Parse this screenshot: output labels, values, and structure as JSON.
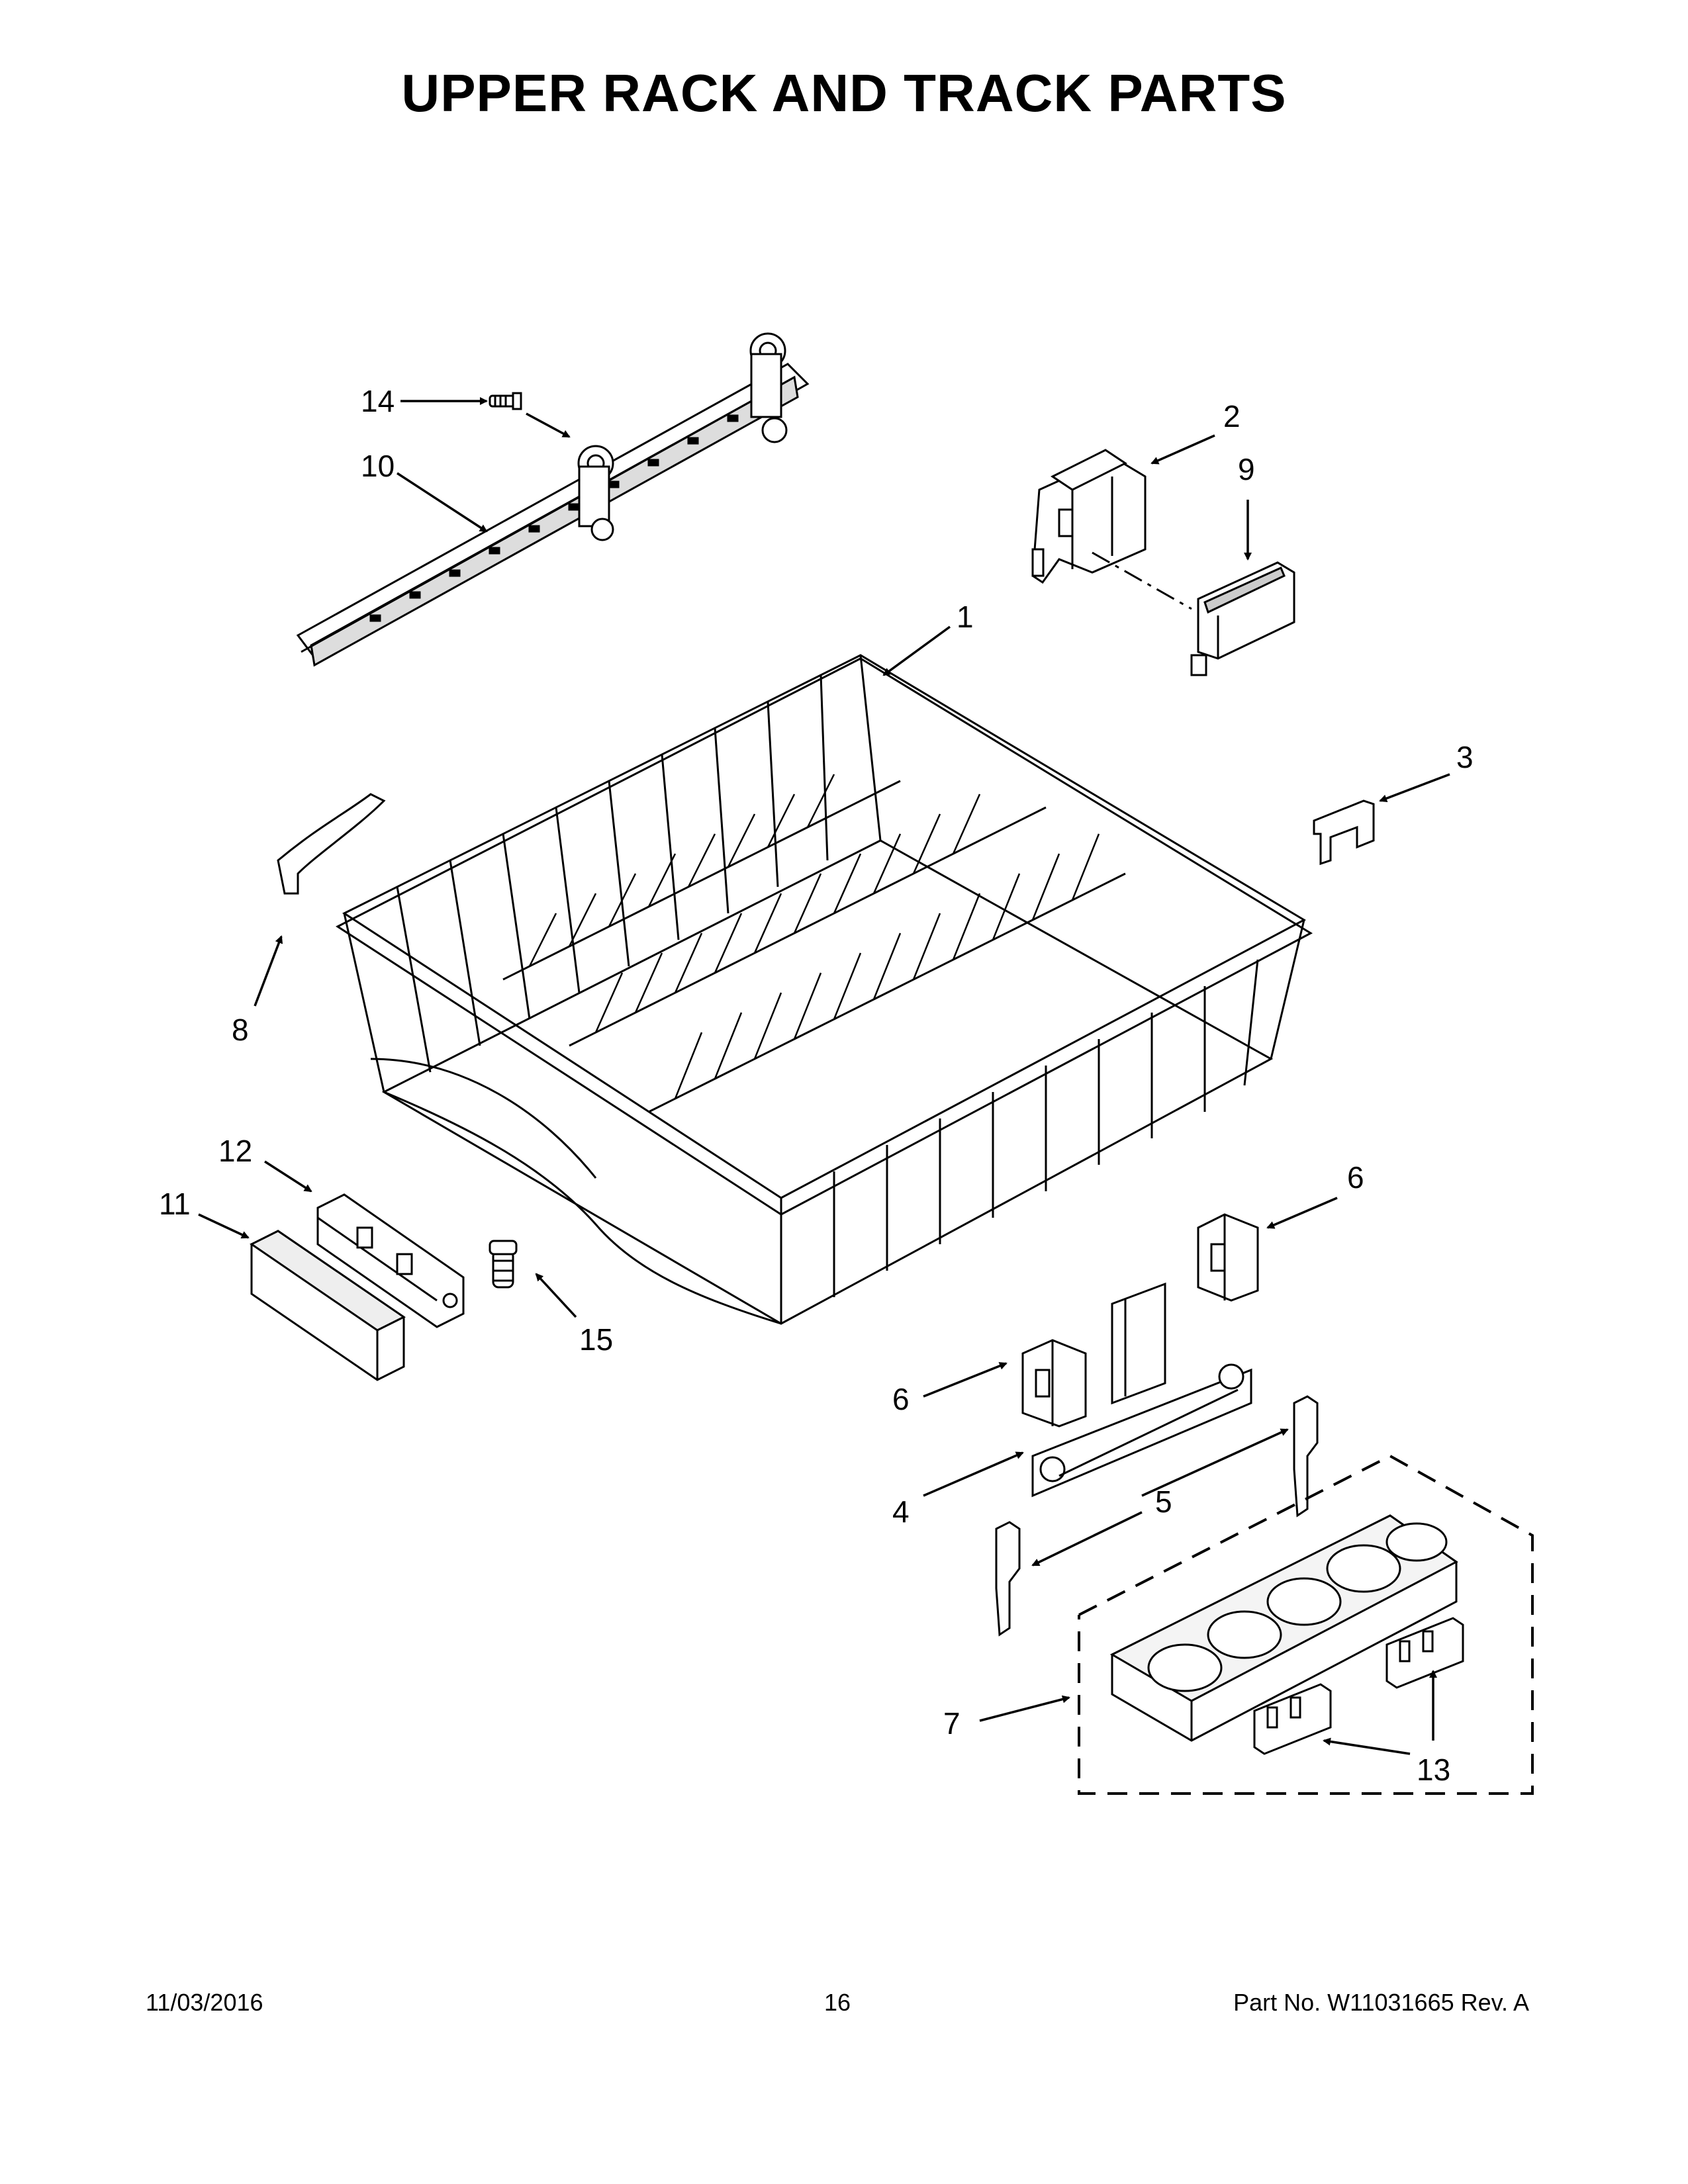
{
  "page": {
    "title": "UPPER RACK AND TRACK PARTS"
  },
  "callouts": {
    "c1": "1",
    "c2": "2",
    "c3": "3",
    "c4": "4",
    "c5": "5",
    "c6a": "6",
    "c6b": "6",
    "c7": "7",
    "c8": "8",
    "c9": "9",
    "c10": "10",
    "c11": "11",
    "c12": "12",
    "c13": "13",
    "c14": "14",
    "c15": "15"
  },
  "footer": {
    "date": "11/03/2016",
    "page_number": "16",
    "part_info": "Part No.  W11031665  Rev.  A"
  }
}
